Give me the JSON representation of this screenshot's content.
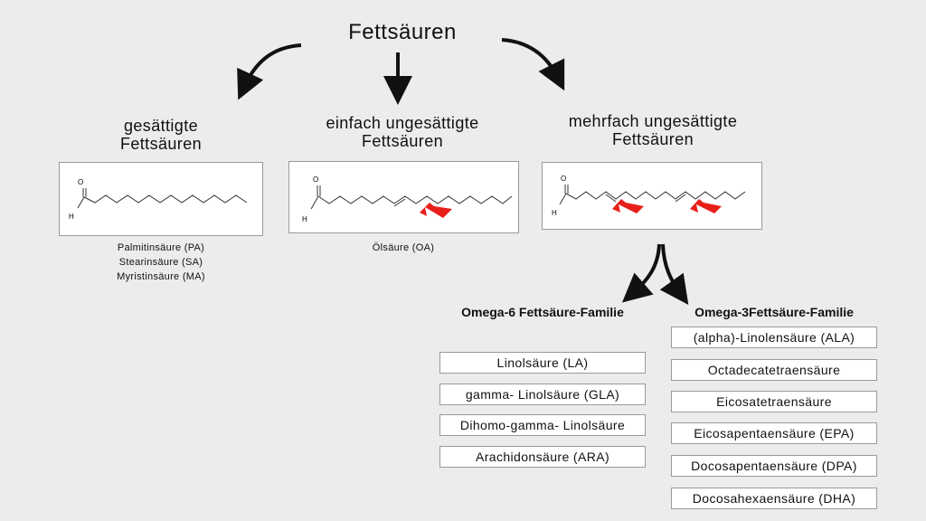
{
  "title": "Fettsäuren",
  "categories": [
    {
      "line1": "gesättigte",
      "line2": "Fettsäuren",
      "acids": [
        "Palmitinsäure (PA)",
        "Stearinsäure (SA)",
        "Myristinsäure (MA)"
      ]
    },
    {
      "line1": "einfach ungesättigte",
      "line2": "Fettsäuren",
      "acids": [
        "Ölsäure (OA)"
      ]
    },
    {
      "line1": "mehrfach ungesättigte",
      "line2": "Fettsäuren",
      "acids": []
    }
  ],
  "molecule_labels": {
    "o": "O",
    "h": "H"
  },
  "omega6": {
    "title": "Omega-6 Fettsäure-Familie",
    "items": [
      "Linolsäure (LA)",
      "gamma- Linolsäure (GLA)",
      "Dihomo-gamma- Linolsäure",
      "Arachidonsäure (ARA)"
    ]
  },
  "omega3": {
    "title": "Omega-3Fettsäure-Familie",
    "items": [
      "(alpha)-Linolensäure (ALA)",
      "Octadecatetraensäure",
      "Eicosatetraensäure",
      "Eicosapentaensäure (EPA)",
      "Docosapentaensäure (DPA)",
      "Docosahexaensäure (DHA)"
    ]
  },
  "colors": {
    "background": "#ececec",
    "highlight_arrow": "#e8201a",
    "arrow": "#111111"
  }
}
